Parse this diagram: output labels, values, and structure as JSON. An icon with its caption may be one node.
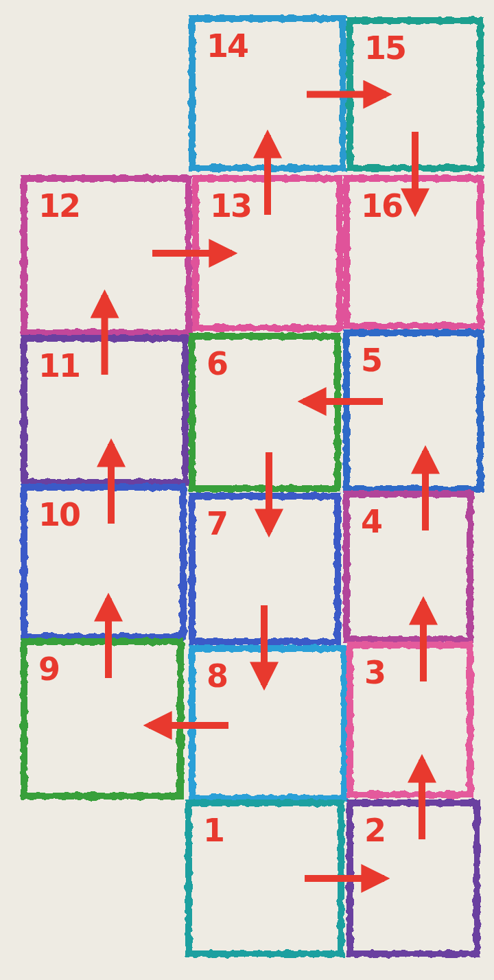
{
  "diagram": {
    "nodes": [
      {
        "text": [
          "14"
        ]
      },
      {
        "text": [
          "15"
        ]
      },
      {
        "text": [
          "12"
        ]
      },
      {
        "text": [
          "13"
        ]
      },
      {
        "text": [
          "16"
        ]
      },
      {
        "text": [
          "11"
        ]
      },
      {
        "text": [
          "6"
        ]
      },
      {
        "text": [
          "5"
        ]
      },
      {
        "text": [
          "10"
        ]
      },
      {
        "text": [
          "7"
        ]
      },
      {
        "text": [
          "4"
        ]
      },
      {
        "text": [
          "9"
        ]
      },
      {
        "text": [
          "8"
        ]
      },
      {
        "text": [
          "3"
        ]
      },
      {
        "text": [
          "1"
        ]
      },
      {
        "text": [
          "2"
        ]
      }
    ],
    "edges": [
      {
        "from": 14,
        "to": 15,
        "arrow": "to"
      },
      {
        "from": 15,
        "to": 13,
        "arrow": "to"
      },
      {
        "from": 13,
        "to": 10,
        "arrow": "to"
      },
      {
        "from": 10,
        "to": 7,
        "arrow": "to"
      },
      {
        "from": 7,
        "to": 6,
        "arrow": "to"
      },
      {
        "from": 6,
        "to": 9,
        "arrow": "to"
      },
      {
        "from": 9,
        "to": 12,
        "arrow": "to"
      },
      {
        "from": 12,
        "to": 11,
        "arrow": "to"
      },
      {
        "from": 11,
        "to": 8,
        "arrow": "to"
      },
      {
        "from": 8,
        "to": 5,
        "arrow": "to"
      },
      {
        "from": 5,
        "to": 2,
        "arrow": "to"
      },
      {
        "from": 2,
        "to": 3,
        "arrow": "to"
      },
      {
        "from": 3,
        "to": 0,
        "arrow": "to"
      },
      {
        "from": 0,
        "to": 1,
        "arrow": "to"
      },
      {
        "from": 1,
        "to": 4,
        "arrow": "to"
      }
    ]
  }
}
